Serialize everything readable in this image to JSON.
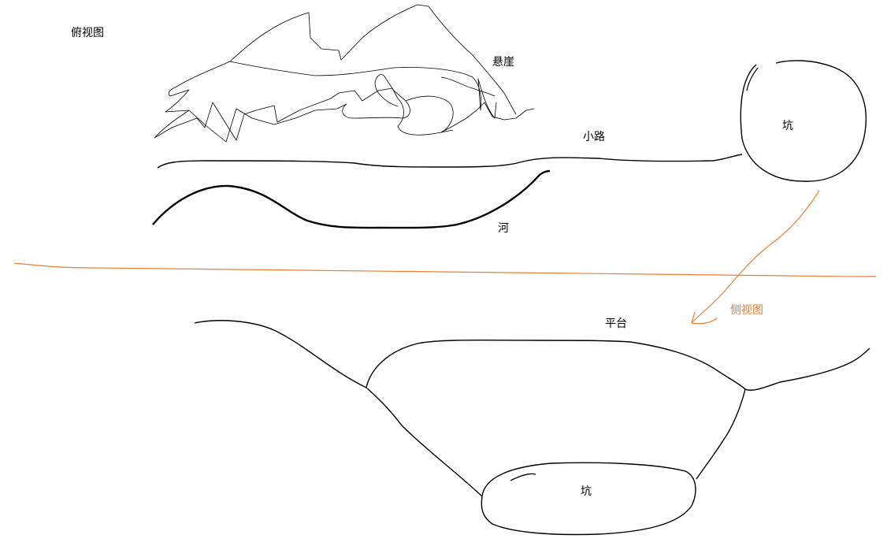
{
  "labels": {
    "top_view": "俯视图",
    "cliff": "悬崖",
    "path": "小路",
    "pit_top": "坑",
    "river": "河",
    "side_view": "侧视图",
    "platform": "平台",
    "pit_side": "坑"
  },
  "colors": {
    "ink": "#000000",
    "accent": "#ED7D31",
    "background": "#FFFFFF"
  }
}
